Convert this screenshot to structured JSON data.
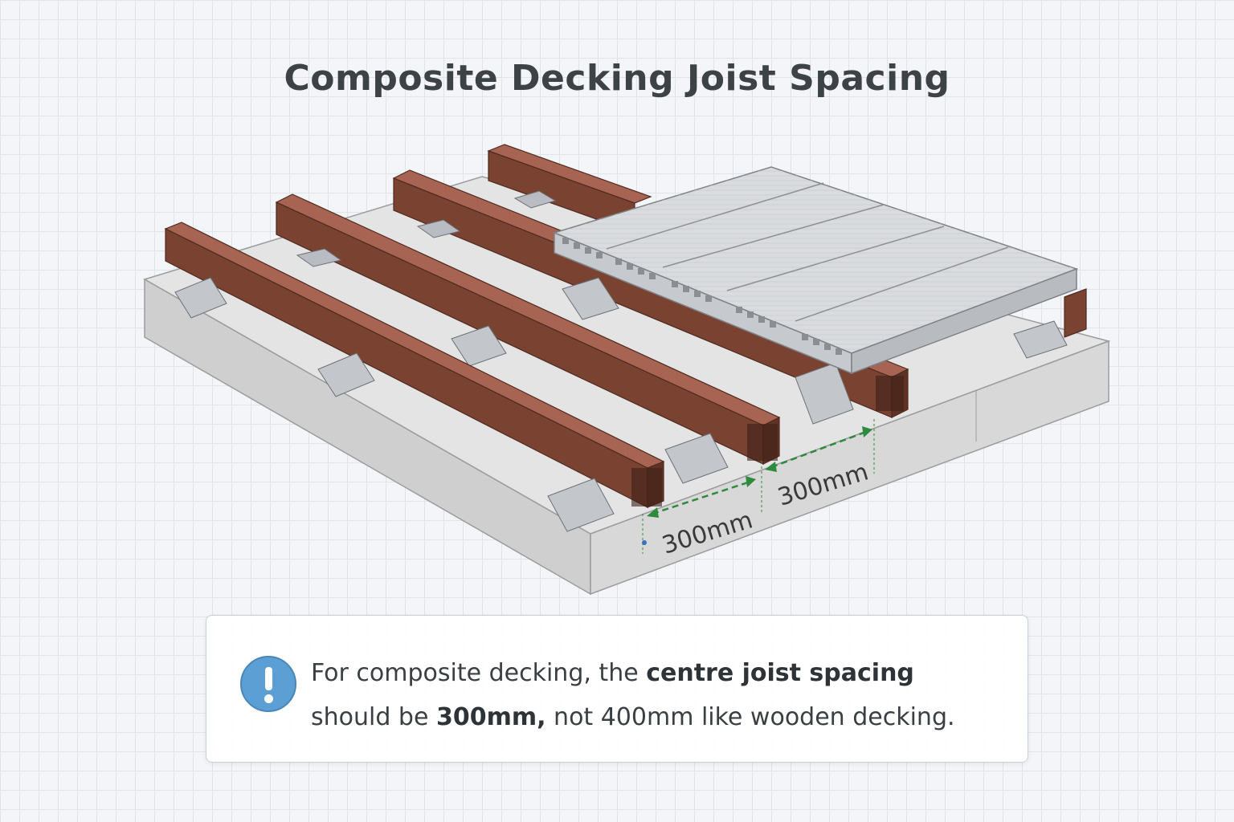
{
  "title": "Composite Decking Joist Spacing",
  "dimensions": {
    "spacing_1": "300mm",
    "spacing_2": "300mm"
  },
  "note": {
    "icon": "info-exclamation-icon",
    "line1_prefix": "For composite decking, the ",
    "line1_bold": "centre joist spacing",
    "line2_prefix": "should be ",
    "line2_bold": "300mm,",
    "line2_suffix": " not 400mm like wooden decking."
  },
  "colors": {
    "joist": "#7a4231",
    "board": "#d7d9dc",
    "concrete": "#dadada",
    "dimension_line": "#2e8a3e",
    "info_icon": "#5b9fd4"
  }
}
